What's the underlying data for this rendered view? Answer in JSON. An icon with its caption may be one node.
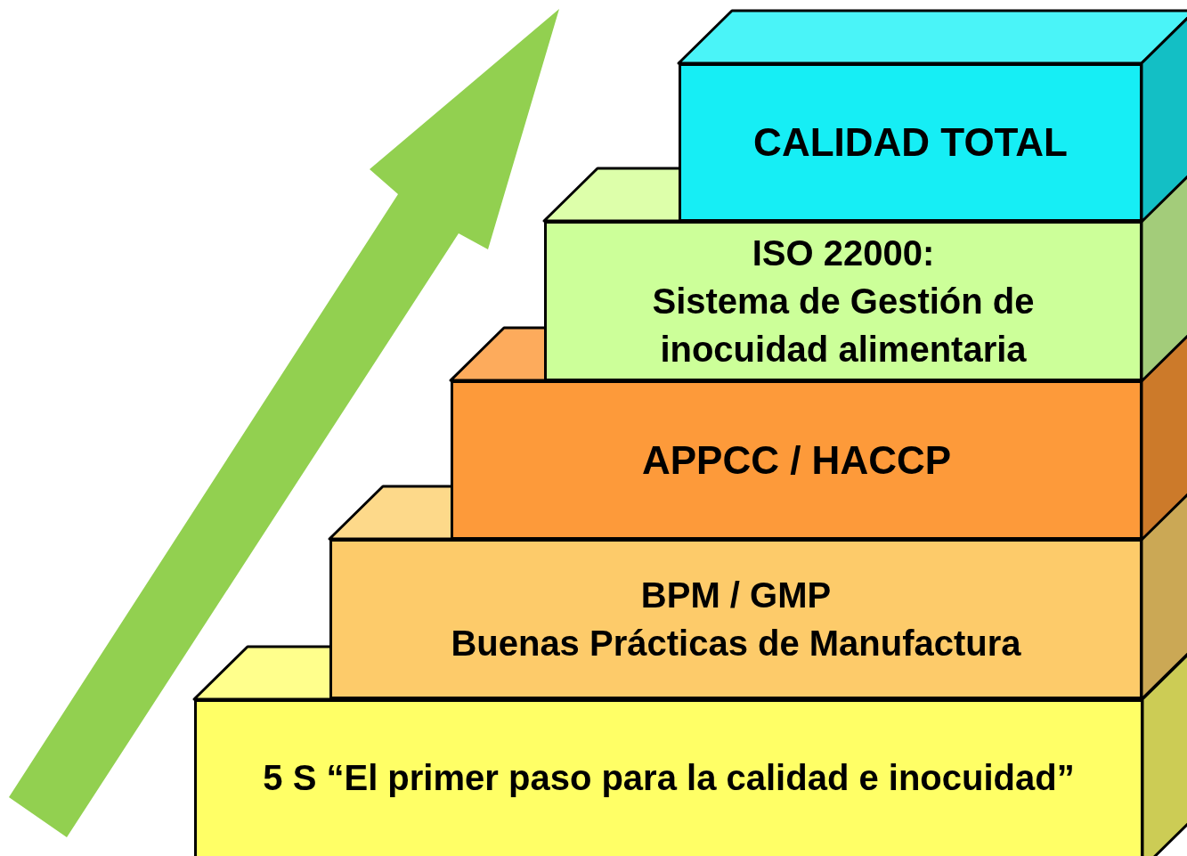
{
  "diagram": {
    "nodes": [
      {
        "text": [
          "CALIDAD TOTAL"
        ]
      },
      {
        "text": [
          "ISO 22000:",
          "Sistema de Gestión de inocuidad alimentaria"
        ]
      },
      {
        "text": [
          "APPCC / HACCP"
        ]
      },
      {
        "text": [
          "BPM / GMP",
          "Buenas Prácticas de Manufactura"
        ]
      },
      {
        "text": [
          "5 S “El primer paso para la calidad e inocuidad”"
        ]
      }
    ]
  }
}
